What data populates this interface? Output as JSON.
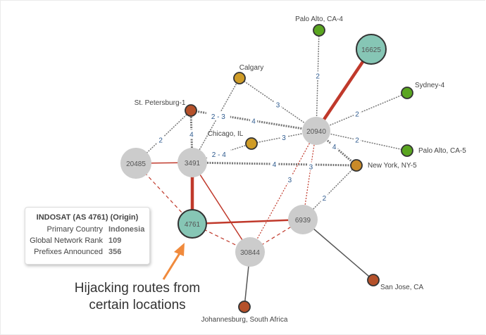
{
  "info_box": {
    "title": "INDOSAT (AS 4761) (Origin)",
    "rows": [
      {
        "label": "Primary Country",
        "value": "Indonesia"
      },
      {
        "label": "Global Network Rank",
        "value": "109"
      },
      {
        "label": "Prefixes Announced",
        "value": "356"
      }
    ]
  },
  "annotation": {
    "line1": "Hijacking routes from",
    "line2": "certain locations"
  },
  "colors": {
    "as_node": "#cccccc",
    "origin_node": "#86c6b5",
    "green": "#5aa520",
    "orange": "#c98a28",
    "rust": "#b5512a",
    "gold": "#cf9c27",
    "hijack_edge": "#c0392b",
    "dotted_edge": "#777777",
    "arrow": "#f08a3c"
  },
  "nodes": [
    {
      "id": "20485",
      "label": "20485",
      "kind": "as"
    },
    {
      "id": "3491",
      "label": "3491",
      "kind": "as"
    },
    {
      "id": "20940",
      "label": "20940",
      "kind": "as"
    },
    {
      "id": "6939",
      "label": "6939",
      "kind": "as"
    },
    {
      "id": "30844",
      "label": "30844",
      "kind": "as"
    },
    {
      "id": "4761",
      "label": "4761",
      "kind": "origin"
    },
    {
      "id": "16625",
      "label": "16625",
      "kind": "origin"
    },
    {
      "id": "pa4",
      "label": "Palo Alto, CA-4",
      "kind": "green"
    },
    {
      "id": "syd",
      "label": "Sydney-4",
      "kind": "green"
    },
    {
      "id": "pa5",
      "label": "Palo Alto, CA-5",
      "kind": "green"
    },
    {
      "id": "ny",
      "label": "New York, NY-5",
      "kind": "orange"
    },
    {
      "id": "cal",
      "label": "Calgary",
      "kind": "gold"
    },
    {
      "id": "chi",
      "label": "Chicago, IL",
      "kind": "gold"
    },
    {
      "id": "stp",
      "label": "St. Petersburg-1",
      "kind": "rust"
    },
    {
      "id": "sj",
      "label": "San Jose, CA",
      "kind": "rust"
    },
    {
      "id": "jnb",
      "label": "Johannesburg, South Africa",
      "kind": "rust"
    }
  ],
  "edges": [
    {
      "from": "20940",
      "to": "16625",
      "style": "thick-red",
      "label": ""
    },
    {
      "from": "20940",
      "to": "pa4",
      "style": "dotted",
      "label": "2"
    },
    {
      "from": "20940",
      "to": "syd",
      "style": "dotted",
      "label": "2"
    },
    {
      "from": "20940",
      "to": "pa5",
      "style": "dotted",
      "label": "2"
    },
    {
      "from": "20940",
      "to": "ny",
      "style": "dotted-heavy",
      "label": "4"
    },
    {
      "from": "20940",
      "to": "cal",
      "style": "dotted",
      "label": "3"
    },
    {
      "from": "20940",
      "to": "stp",
      "style": "dotted-heavy",
      "label": "4"
    },
    {
      "from": "20940",
      "to": "chi",
      "style": "dotted",
      "label": "3"
    },
    {
      "from": "3491",
      "to": "stp",
      "style": "dotted-heavy",
      "label": "4"
    },
    {
      "from": "3491",
      "to": "cal",
      "style": "dotted",
      "label": "2 - 3"
    },
    {
      "from": "3491",
      "to": "chi",
      "style": "dotted",
      "label": "2 - 4"
    },
    {
      "from": "3491",
      "to": "ny",
      "style": "dotted-heavy",
      "label": "4"
    },
    {
      "from": "20485",
      "to": "stp",
      "style": "dotted",
      "label": "2"
    },
    {
      "from": "6939",
      "to": "ny",
      "style": "dotted",
      "label": "2"
    },
    {
      "from": "20940",
      "to": "30844",
      "style": "red-dotted",
      "label": "3"
    },
    {
      "from": "20940",
      "to": "6939",
      "style": "red-dotted",
      "label": "3"
    },
    {
      "from": "20485",
      "to": "3491",
      "style": "red",
      "label": ""
    },
    {
      "from": "3491",
      "to": "4761",
      "style": "thick-red",
      "label": ""
    },
    {
      "from": "3491",
      "to": "30844",
      "style": "red",
      "label": ""
    },
    {
      "from": "4761",
      "to": "6939",
      "style": "medium-red",
      "label": ""
    },
    {
      "from": "20485",
      "to": "4761",
      "style": "red-dashed",
      "label": ""
    },
    {
      "from": "4761",
      "to": "30844",
      "style": "red-dashed",
      "label": ""
    },
    {
      "from": "30844",
      "to": "6939",
      "style": "red-dashed",
      "label": ""
    },
    {
      "from": "6939",
      "to": "sj",
      "style": "gray",
      "label": ""
    },
    {
      "from": "30844",
      "to": "jnb",
      "style": "gray",
      "label": ""
    }
  ]
}
